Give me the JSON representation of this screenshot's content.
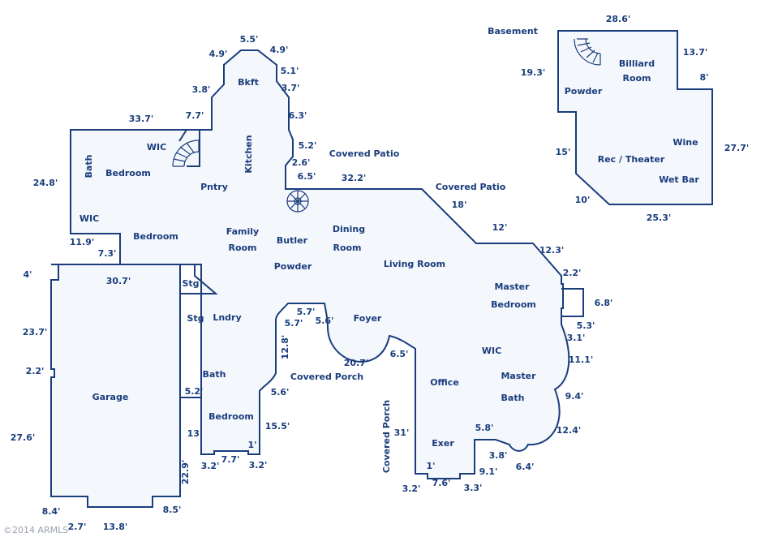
{
  "rooms": {
    "basement": "Basement",
    "billiard": "Billiard",
    "billiard_room": "Room",
    "powder_basement": "Powder",
    "wine": "Wine",
    "rec_theater": "Rec / Theater",
    "wet_bar": "Wet Bar",
    "bkft": "Bkft",
    "kitchen": "Kitchen",
    "covered_patio_1": "Covered Patio",
    "covered_patio_2": "Covered Patio",
    "wic_1": "WIC",
    "bath_1": "Bath",
    "bedroom_1": "Bedroom",
    "pntry": "Pntry",
    "wic_2": "WIC",
    "bedroom_2": "Bedroom",
    "family": "Family",
    "family_room": "Room",
    "butler": "Butler",
    "dining": "Dining",
    "dining_room": "Room",
    "powder_main": "Powder",
    "living_room": "Living Room",
    "master": "Master",
    "master_bedroom": "Bedroom",
    "stg_1": "Stg",
    "stg_2": "Stg",
    "lndry": "Lndry",
    "foyer": "Foyer",
    "wic_3": "WIC",
    "bath_2": "Bath",
    "garage": "Garage",
    "covered_porch_1": "Covered Porch",
    "master_bath_1": "Master",
    "master_bath_2": "Bath",
    "office": "Office",
    "bedroom_3": "Bedroom",
    "exer": "Exer",
    "covered_porch_2": "Covered Porch"
  },
  "dimensions": {
    "d_28_6": "28.6'",
    "d_13_7": "13.7'",
    "d_19_3": "19.3'",
    "d_8": "8'",
    "d_27_7": "27.7'",
    "d_15": "15'",
    "d_10": "10'",
    "d_25_3": "25.3'",
    "d_5_5": "5.5'",
    "d_4_9a": "4.9'",
    "d_4_9b": "4.9'",
    "d_5_1": "5.1'",
    "d_3_7": "3.7'",
    "d_3_8": "3.8'",
    "d_6_3": "6.3'",
    "d_33_7": "33.7'",
    "d_7_7a": "7.7'",
    "d_5_2a": "5.2'",
    "d_2_6": "2.6'",
    "d_6_5a": "6.5'",
    "d_32_2": "32.2'",
    "d_18": "18'",
    "d_24_8": "24.8'",
    "d_12": "12'",
    "d_11_9": "11.9'",
    "d_7_3": "7.3'",
    "d_12_3": "12.3'",
    "d_4": "4'",
    "d_30_7": "30.7'",
    "d_2_2a": "2.2'",
    "d_6_8": "6.8'",
    "d_5_7a": "5.7'",
    "d_5_7b": "5.7'",
    "d_5_6a": "5.6'",
    "d_5_3": "5.3'",
    "d_23_7": "23.7'",
    "d_3_1": "3.1'",
    "d_12_8": "12.8'",
    "d_11_1": "11.1'",
    "d_20_7": "20.7'",
    "d_6_5b": "6.5'",
    "d_2_2b": "2.2'",
    "d_5_6b": "5.6'",
    "d_5_2b": "5.2'",
    "d_9_4": "9.4'",
    "d_15_5": "15.5'",
    "d_5_8": "5.8'",
    "d_12_4": "12.4'",
    "d_13": "13'",
    "d_31": "31'",
    "d_3_8b": "3.8'",
    "d_27_6": "27.6'",
    "d_1a": "1'",
    "d_6_4": "6.4'",
    "d_3_2a": "3.2'",
    "d_7_7b": "7.7'",
    "d_3_2b": "3.2'",
    "d_1b": "1'",
    "d_9_1": "9.1'",
    "d_22_9": "22.9'",
    "d_7_6": "7.6'",
    "d_3_2c": "3.2'",
    "d_3_3": "3.3'",
    "d_8_4": "8.4'",
    "d_8_5": "8.5'",
    "d_2_7": "2.7'",
    "d_13_8": "13.8'"
  },
  "copyright": "©2014 ARMLS"
}
